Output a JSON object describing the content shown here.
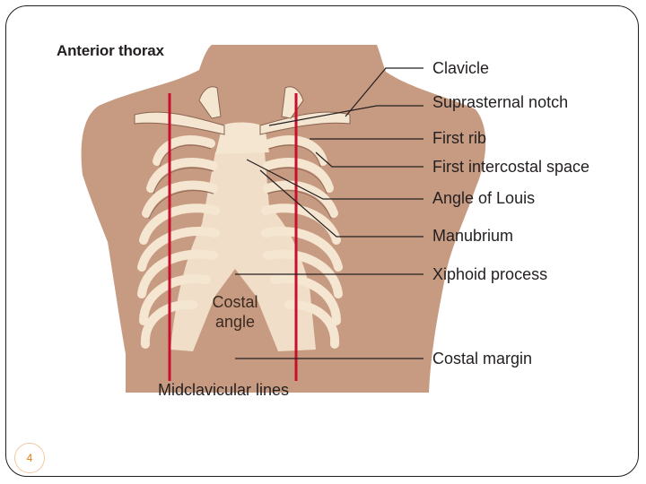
{
  "figure": {
    "title": "Anterior thorax",
    "labels": [
      {
        "id": "clavicle",
        "text": "Clavicle"
      },
      {
        "id": "suprasternal-notch",
        "text": "Suprasternal notch"
      },
      {
        "id": "first-rib",
        "text": "First rib"
      },
      {
        "id": "first-intercostal-space",
        "text": "First intercostal space"
      },
      {
        "id": "angle-of-louis",
        "text": "Angle of Louis"
      },
      {
        "id": "manubrium",
        "text": "Manubrium"
      },
      {
        "id": "xiphoid-process",
        "text": "Xiphoid process"
      },
      {
        "id": "costal-margin",
        "text": "Costal margin"
      }
    ],
    "costal_angle": "Costal angle",
    "midclavicular": "Midclavicular lines"
  },
  "colors": {
    "skin": "#c79b82",
    "bone": "#f4e6d0",
    "midclavicular_line": "#c8102e",
    "leader": "#231f20",
    "page_number": "#e07b12"
  },
  "page": {
    "number": "4"
  }
}
